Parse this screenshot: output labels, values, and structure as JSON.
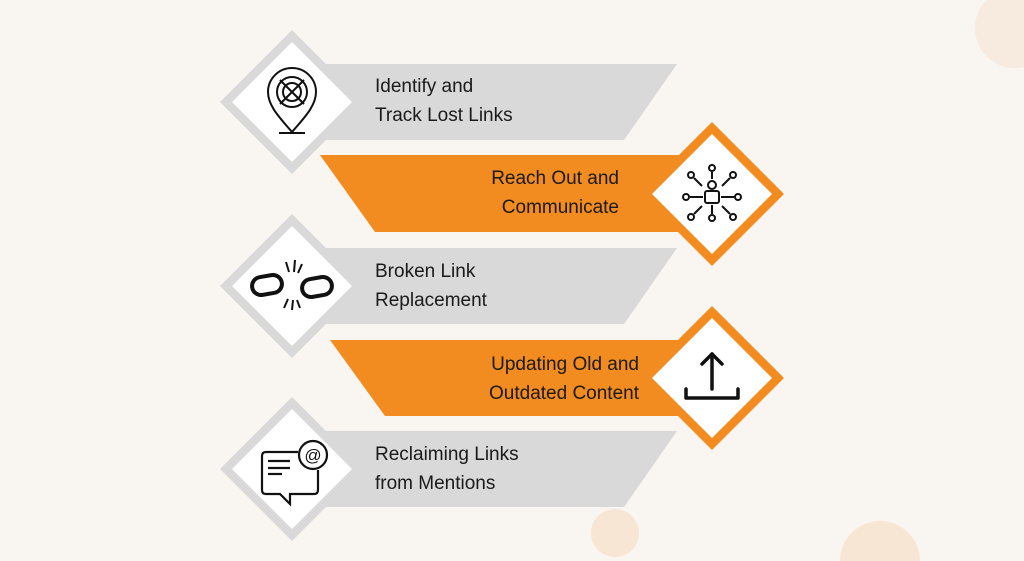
{
  "colors": {
    "background": "#f9f5f0",
    "gray_band": "#d9d9d9",
    "orange_band": "#f28c21",
    "diamond_fill": "#ffffff",
    "text": "#1a1a1a"
  },
  "steps": [
    {
      "line1": "Identify and",
      "line2": "Track Lost Links",
      "style": "gray",
      "icon": "location-pin-target-icon"
    },
    {
      "line1": "Reach Out and",
      "line2": "Communicate",
      "style": "orange",
      "icon": "network-person-icon"
    },
    {
      "line1": "Broken Link",
      "line2": "Replacement",
      "style": "gray",
      "icon": "broken-chain-link-icon"
    },
    {
      "line1": "Updating Old and",
      "line2": "Outdated Content",
      "style": "orange",
      "icon": "upload-icon"
    },
    {
      "line1": "Reclaiming Links",
      "line2": "from Mentions",
      "style": "gray",
      "icon": "mention-message-icon"
    }
  ]
}
